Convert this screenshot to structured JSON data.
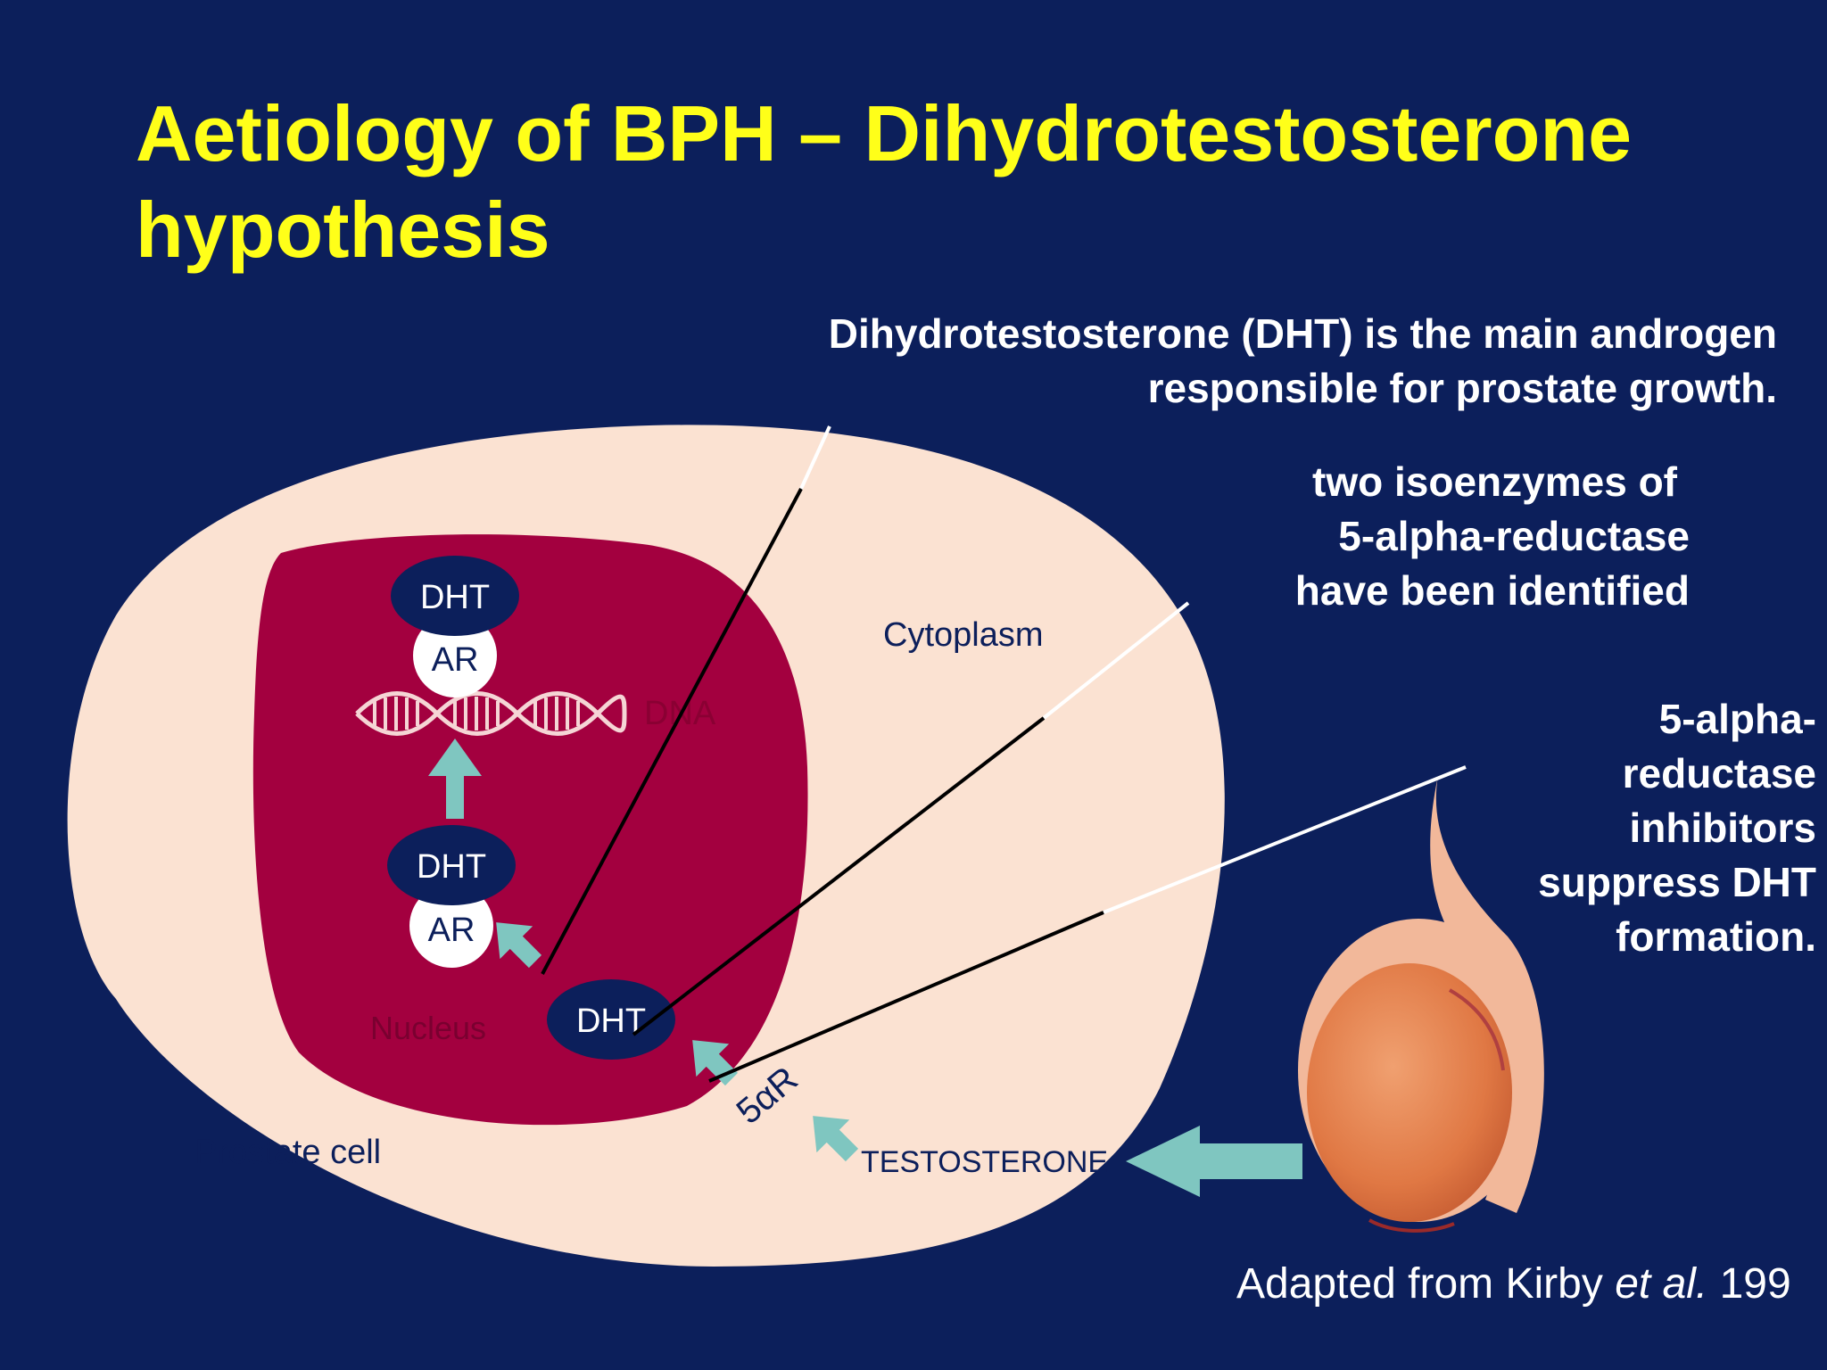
{
  "slide": {
    "title_line1": "Aetiology of BPH – Dihydrotestosterone",
    "title_line2": "hypothesis"
  },
  "callouts": {
    "dht_main": [
      "Dihydrotestosterone (DHT) is the main androgen",
      "responsible for prostate growth."
    ],
    "isoenzymes": [
      "two isoenzymes of",
      "5-alpha-reductase",
      "have been identified"
    ],
    "inhibitors": [
      "5-alpha-",
      "reductase",
      "inhibitors",
      "suppress DHT",
      "formation."
    ]
  },
  "diagram": {
    "prostate_cell": "Prostate cell",
    "cytoplasm": "Cytoplasm",
    "nucleus": "Nucleus",
    "dna": "DNA",
    "dht": "DHT",
    "ar": "AR",
    "enzyme": "5αR",
    "testosterone": "TESTOSTERONE"
  },
  "citation": {
    "prefix": "Adapted from Kirby ",
    "etal": "et al.",
    "year": " 199"
  },
  "colors": {
    "background": "#0c1f5b",
    "title": "#ffff19",
    "cell": "#fbe2d2",
    "nucleus": "#a3003f",
    "dht_node": "#0c1f5b",
    "arrow": "#7fc6c0",
    "testis": "#e6824f"
  }
}
